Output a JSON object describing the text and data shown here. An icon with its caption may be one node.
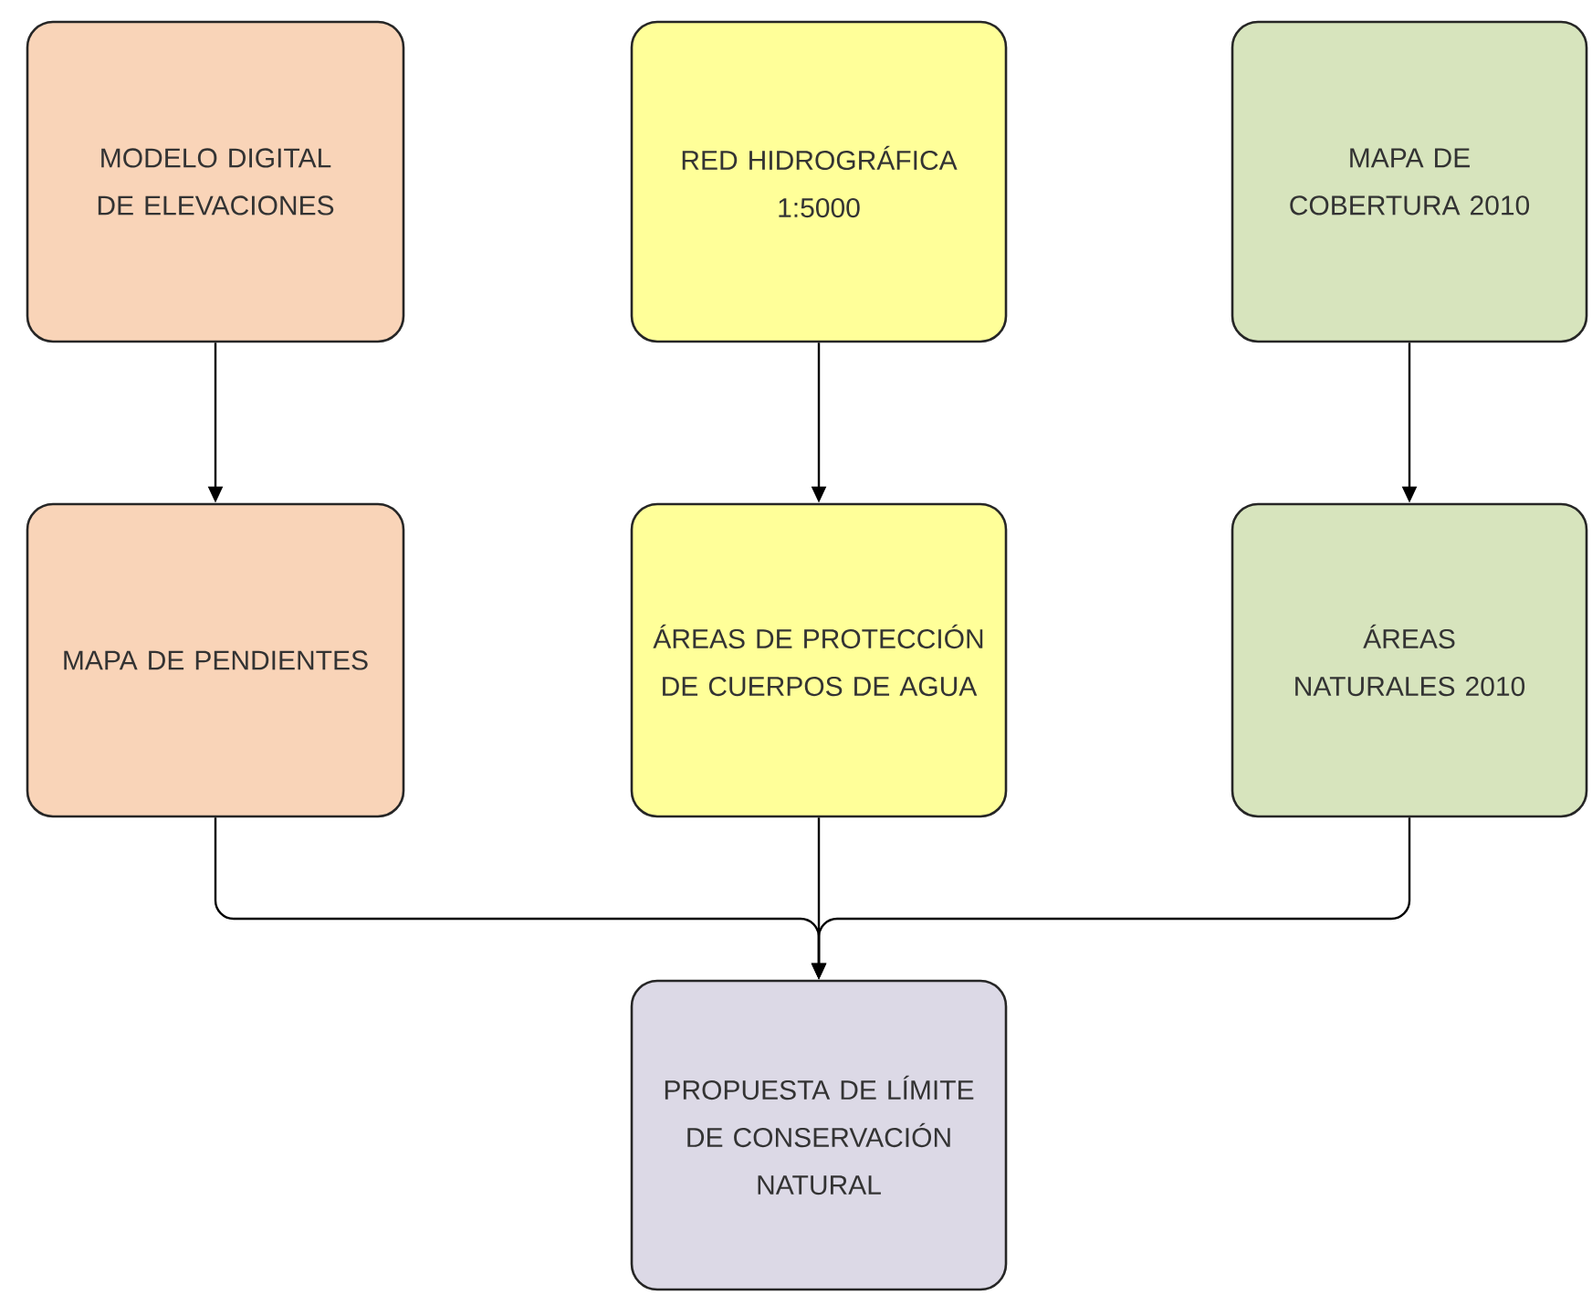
{
  "diagram": {
    "nodes": [
      {
        "text": [
          "MODELO DIGITAL DE ELEVACIONES"
        ]
      },
      {
        "text": [
          "RED HIDROGRÁFICA 1:5000"
        ]
      },
      {
        "text": [
          "MAPA DE COBERTURA 2010"
        ]
      },
      {
        "text": [
          "MAPA DE PENDIENTES"
        ]
      },
      {
        "text": [
          "ÁREAS DE PROTECCIÓN DE CUERPOS DE AGUA"
        ]
      },
      {
        "text": [
          "ÁREAS NATURALES 2010"
        ]
      },
      {
        "text": [
          "PROPUESTA DE LÍMITE DE CONSERVACIÓN NATURAL"
        ]
      }
    ],
    "edges": [
      {
        "from": 0,
        "to": 3,
        "arrow": "to"
      },
      {
        "from": 1,
        "to": 4,
        "arrow": "to"
      },
      {
        "from": 2,
        "to": 5,
        "arrow": "to"
      },
      {
        "from": 3,
        "to": 6,
        "arrow": "to"
      },
      {
        "from": 4,
        "to": 6,
        "arrow": "to"
      },
      {
        "from": 5,
        "to": 6,
        "arrow": "to"
      }
    ]
  }
}
